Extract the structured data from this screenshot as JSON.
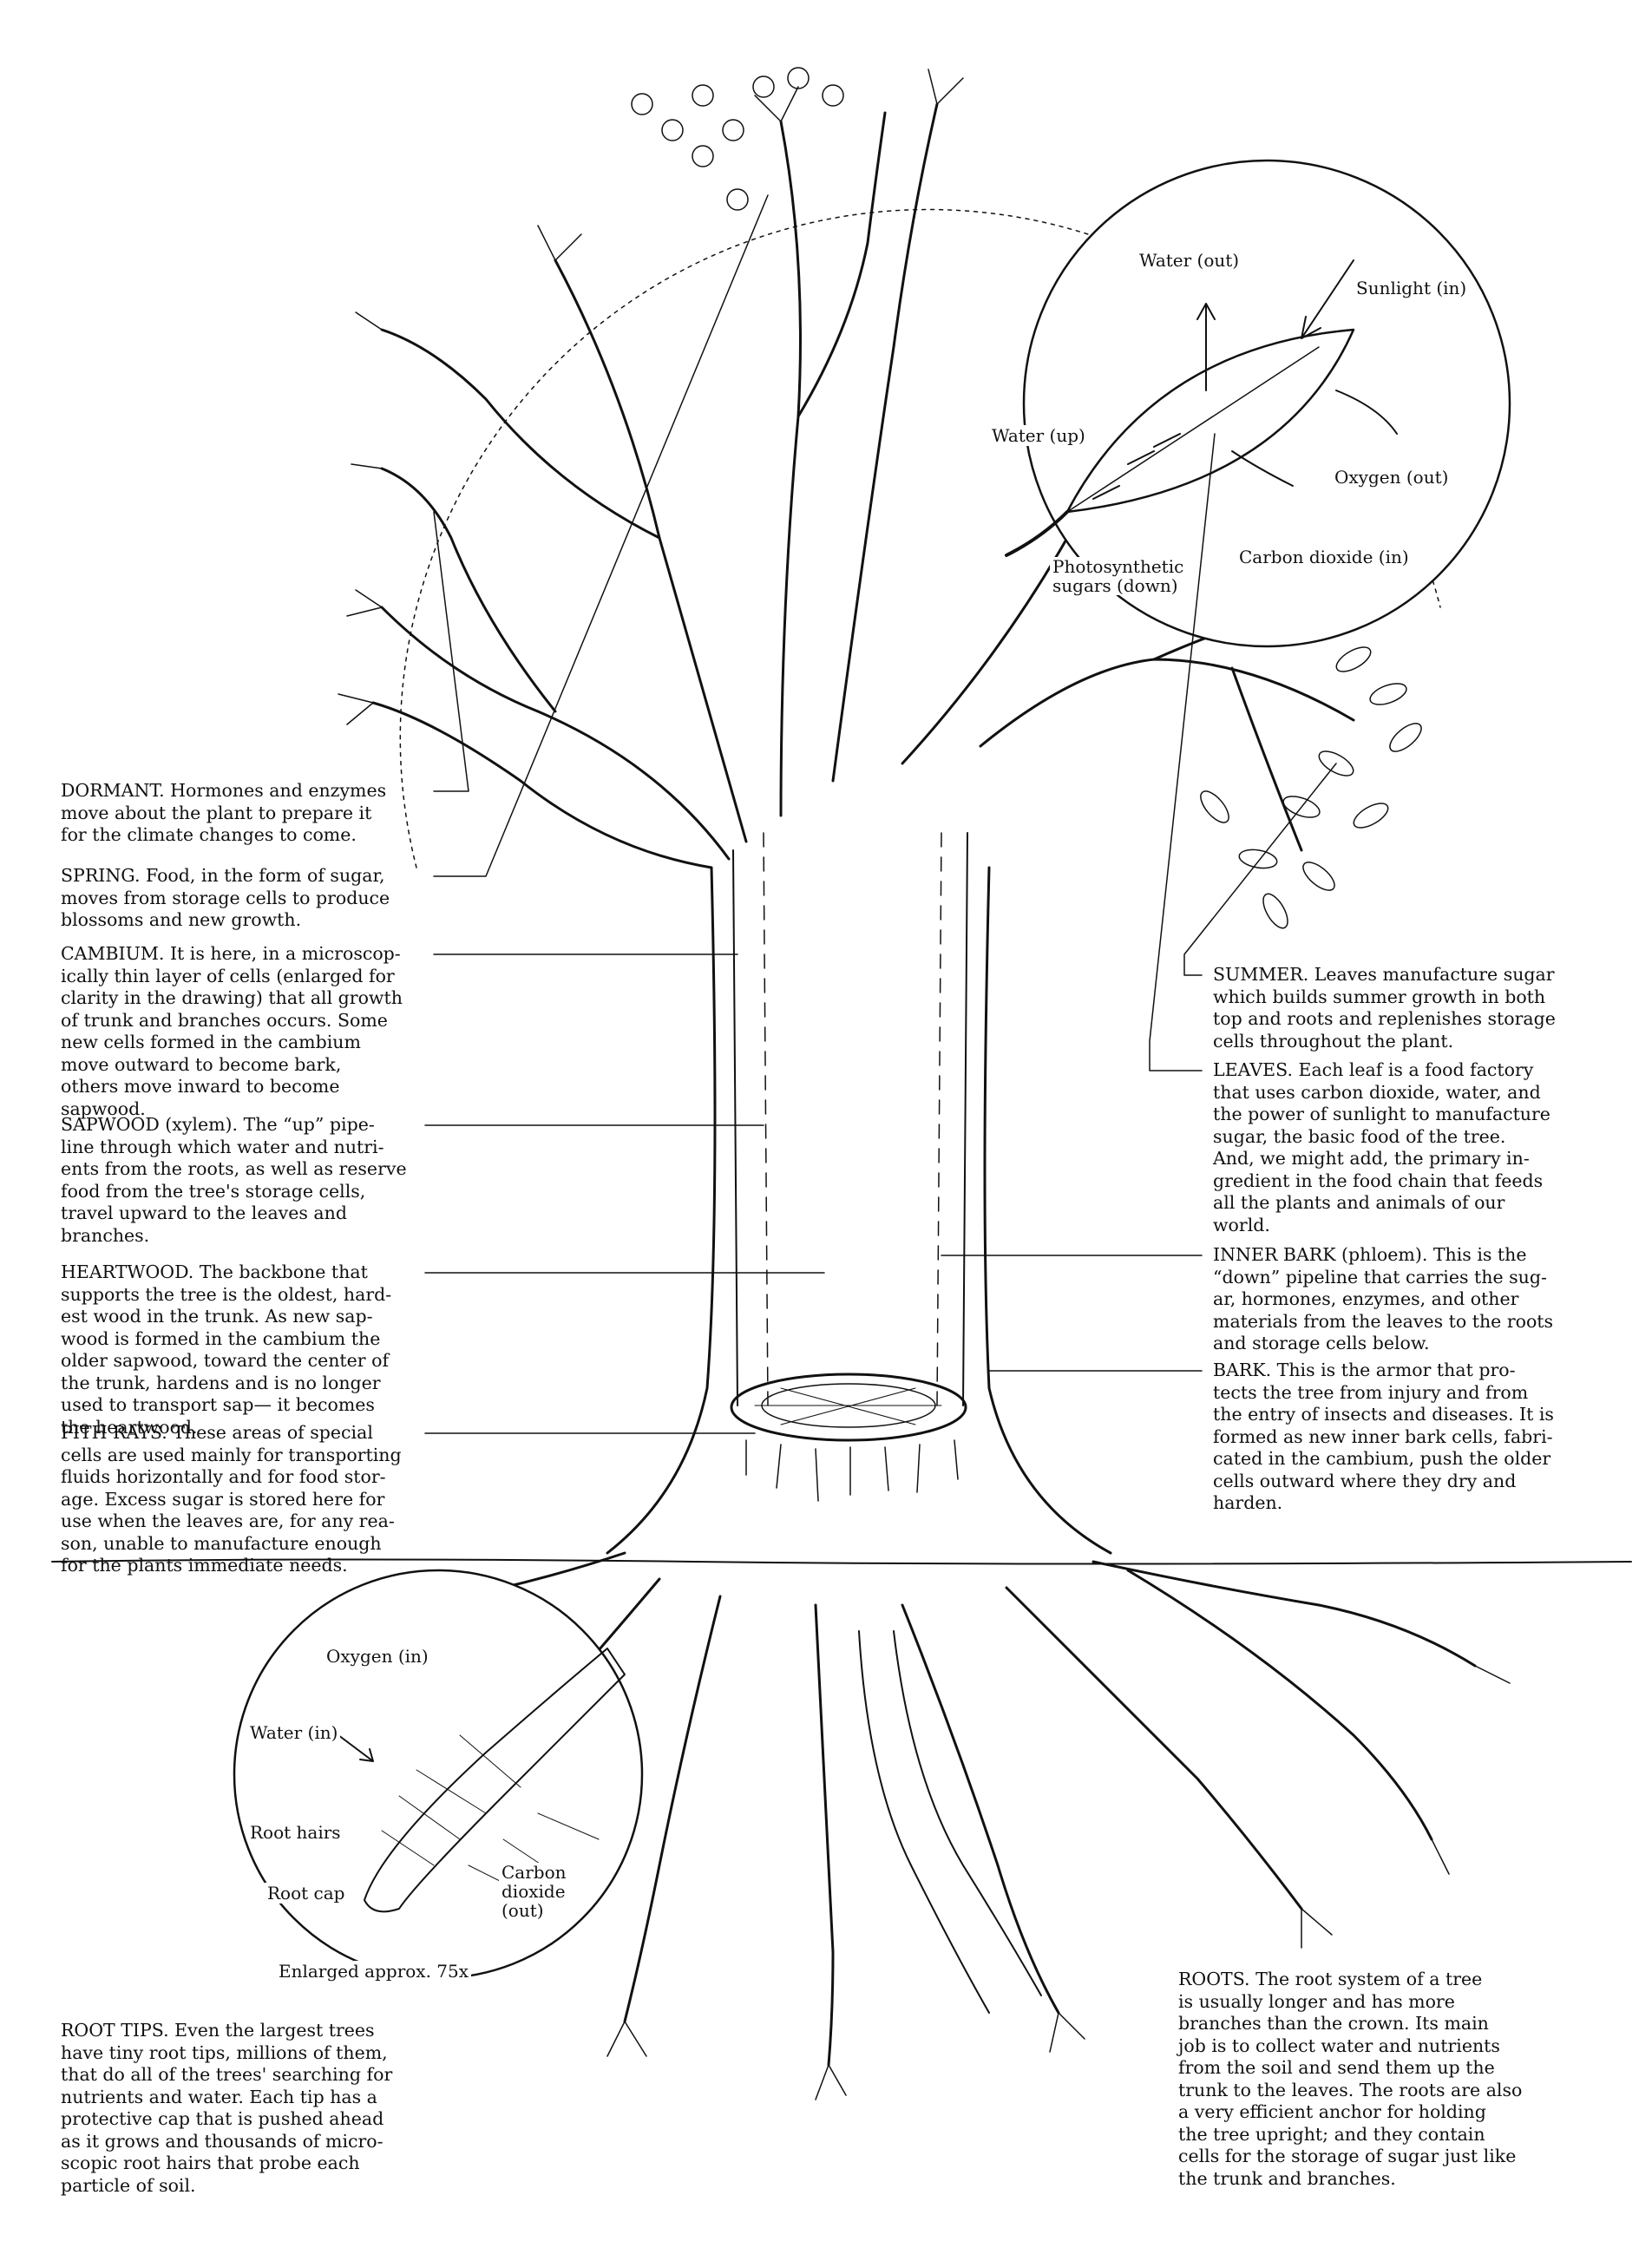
{
  "labels": {
    "dormant": "DORMANT. Hormones and enzymes\nmove about the plant to prepare it\nfor the climate changes to come.",
    "spring": "SPRING. Food, in the form of sugar,\nmoves from storage cells to produce\nblossoms and new growth.",
    "cambium": "CAMBIUM. It is here, in a microscop-\nically thin layer of cells (enlarged for\nclarity in the drawing) that all growth\nof trunk and branches occurs. Some\nnew cells formed in the cambium\nmove outward to become bark,\nothers move inward to become\nsapwood.",
    "sapwood": "SAPWOOD (xylem). The “up” pipe-\nline through which water and nutri-\nents from the roots, as well as reserve\nfood from the tree's storage cells,\ntravel upward to the leaves and\nbranches.",
    "heartwood": "HEARTWOOD. The backbone that\nsupports the tree is the oldest, hard-\nest wood in the trunk. As new sap-\nwood is formed in the cambium the\nolder sapwood, toward the center of\nthe trunk, hardens and is no longer\nused to transport sap— it becomes\nthe heartwood.",
    "pith_rays": "PITH RAYS. These areas of special\ncells are used mainly for transporting\nfluids horizontally and for food stor-\nage. Excess sugar is stored here for\nuse when the leaves are, for any rea-\nson, unable to manufacture enough\nfor the plants immediate needs.",
    "summer": "SUMMER. Leaves manufacture sugar\nwhich builds summer growth in both\ntop and roots and replenishes storage\ncells throughout the plant.",
    "leaves": "LEAVES. Each leaf is a food factory\nthat uses carbon dioxide, water, and\nthe power of sunlight to manufacture\nsugar, the basic food of the tree.\nAnd, we might add, the primary in-\ngredient in the food chain that feeds\nall the plants and animals of our\nworld.",
    "inner_bark": "INNER BARK (phloem). This is the\n“down” pipeline that carries the sug-\nar, hormones, enzymes, and other\nmaterials from the leaves to the roots\nand storage cells below.",
    "bark": "BARK. This is the armor that pro-\ntects the tree from injury and from\nthe entry of insects and diseases. It is\nformed as new inner bark cells, fabri-\ncated in the cambium, push the older\ncells outward where they dry and\nharden.",
    "roots": "ROOTS. The root system of a tree\nis usually longer and has more\nbranches than the crown. Its main\njob is to collect water and nutrients\nfrom the soil and send them up the\ntrunk to the leaves. The roots are also\na very efficient anchor for holding\nthe tree upright; and they contain\ncells for the storage of sugar just like\nthe trunk and branches.",
    "root_tips": "ROOT TIPS. Even the largest trees\nhave tiny root tips, millions of them,\nthat do all of the trees' searching for\nnutrients and water. Each tip has a\nprotective cap that is pushed ahead\nas it grows and thousands of micro-\nscopic root hairs that probe each\nparticle of soil."
  },
  "leaf_inset": {
    "water_out": "Water (out)",
    "sunlight_in": "Sunlight (in)",
    "water_up": "Water (up)",
    "oxygen_out": "Oxygen (out)",
    "photosynthetic_sugars": "Photosynthetic\nsugars (down)",
    "carbon_dioxide_in": "Carbon dioxide (in)"
  },
  "root_inset": {
    "oxygen_in": "Oxygen (in)",
    "water_in": "Water (in)",
    "root_hairs": "Root hairs",
    "root_cap": "Root cap",
    "carbon_dioxide_out": "Carbon\ndioxide\n(out)",
    "enlarged": "Enlarged approx. 75x"
  }
}
